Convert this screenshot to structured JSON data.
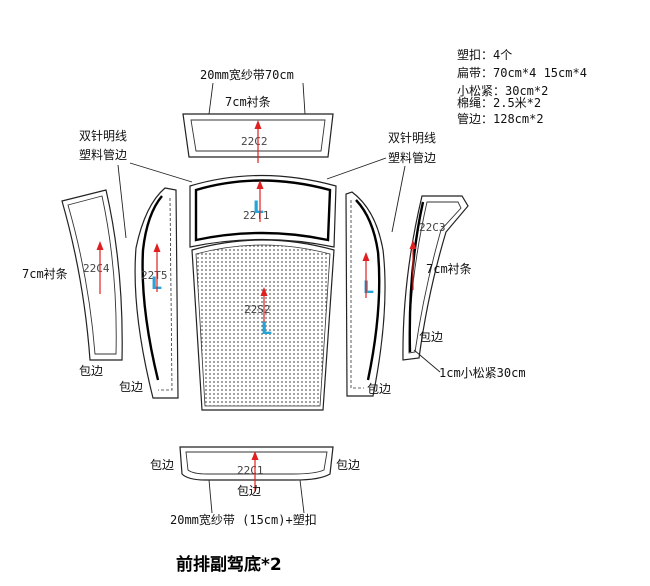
{
  "notes": {
    "lines": [
      "塑扣：4个",
      "扁带：70cm*4  15cm*4",
      "小松紧：30cm*2",
      "棉绳：2.5米*2",
      "管边：128cm*2"
    ]
  },
  "labels": {
    "top_webbing": "20mm宽纱带70cm",
    "top_lining": "7cm衬条",
    "double_needle_left_1": "双针明线",
    "double_needle_left_2": "塑料管边",
    "double_needle_right_1": "双针明线",
    "double_needle_right_2": "塑料管边",
    "left_lining": "7cm衬条",
    "right_lining": "7cm衬条",
    "binding_left_outer": "包边",
    "binding_left_inner": "包边",
    "binding_right_inner": "包边",
    "binding_right_outer": "包边",
    "elastic_right": "1cm小松紧30cm",
    "binding_bottom_left": "包边",
    "binding_bottom_right": "包边",
    "binding_bottom_center": "包边",
    "bottom_webbing": "20mm宽纱带 (15cm)+塑扣",
    "title": "前排副驾底*2"
  },
  "pieces": {
    "c2": {
      "code": "22C2"
    },
    "t1": {
      "code": "22T1",
      "mark": "L"
    },
    "s2": {
      "code": "22S2",
      "mark": "L"
    },
    "c4": {
      "code": "22C4"
    },
    "t5": {
      "code": "22T5",
      "mark": "L"
    },
    "c3": {
      "code": "22C3"
    },
    "t5r": {
      "mark": "L"
    },
    "c1": {
      "code": "22C1"
    }
  },
  "colors": {
    "grain_arrow": "#e02020",
    "fabric_mark": "#27a4d8",
    "outline": "#222222"
  }
}
